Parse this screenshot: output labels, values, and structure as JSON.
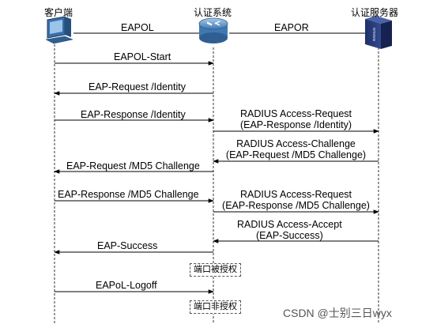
{
  "entities": {
    "client": "客户端",
    "auth_system": "认证系统",
    "auth_server": "认证服务器"
  },
  "links": {
    "eapol": "EAPOL",
    "eapor": "EAPOR"
  },
  "server_device_label": "RADIUS",
  "messages": {
    "m1": "EAPOL-Start",
    "m2": "EAP-Request /Identity",
    "m3": "EAP-Response /Identity",
    "m4_line1": "RADIUS Access-Request",
    "m4_line2": "(EAP-Response /Identity)",
    "m5_line1": "RADIUS Access-Challenge",
    "m5_line2": "(EAP-Request /MD5 Challenge)",
    "m6": "EAP-Request /MD5 Challenge",
    "m7": "EAP-Response /MD5 Challenge",
    "m8_line1": "RADIUS Access-Request",
    "m8_line2": "(EAP-Response /MD5 Challenge)",
    "m9_line1": "RADIUS Access-Accept",
    "m9_line2": "(EAP-Success)",
    "m10": "EAP-Success",
    "m11": "EAPoL-Logoff"
  },
  "states": {
    "authorized": "端口被授权",
    "unauthorized": "端口非授权"
  },
  "watermark": "CSDN @士别三日wyx"
}
